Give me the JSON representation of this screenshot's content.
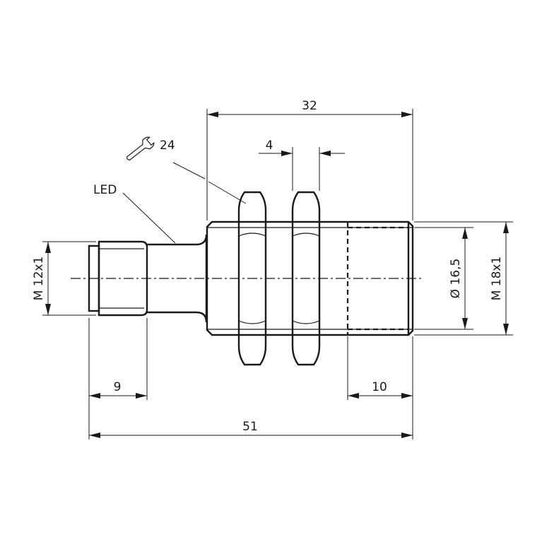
{
  "diagram": {
    "dimensions": {
      "overall_length": "51",
      "thread_length": "32",
      "nut_width": "4",
      "connector_length": "9",
      "sensing_length": "10",
      "body_thread": "M 18x1",
      "connector_thread": "M 12x1",
      "face_diameter": "Ø 16,5"
    },
    "annotations": {
      "wrench_size": "24",
      "led": "LED"
    },
    "icons": [
      "wrench-icon"
    ]
  }
}
